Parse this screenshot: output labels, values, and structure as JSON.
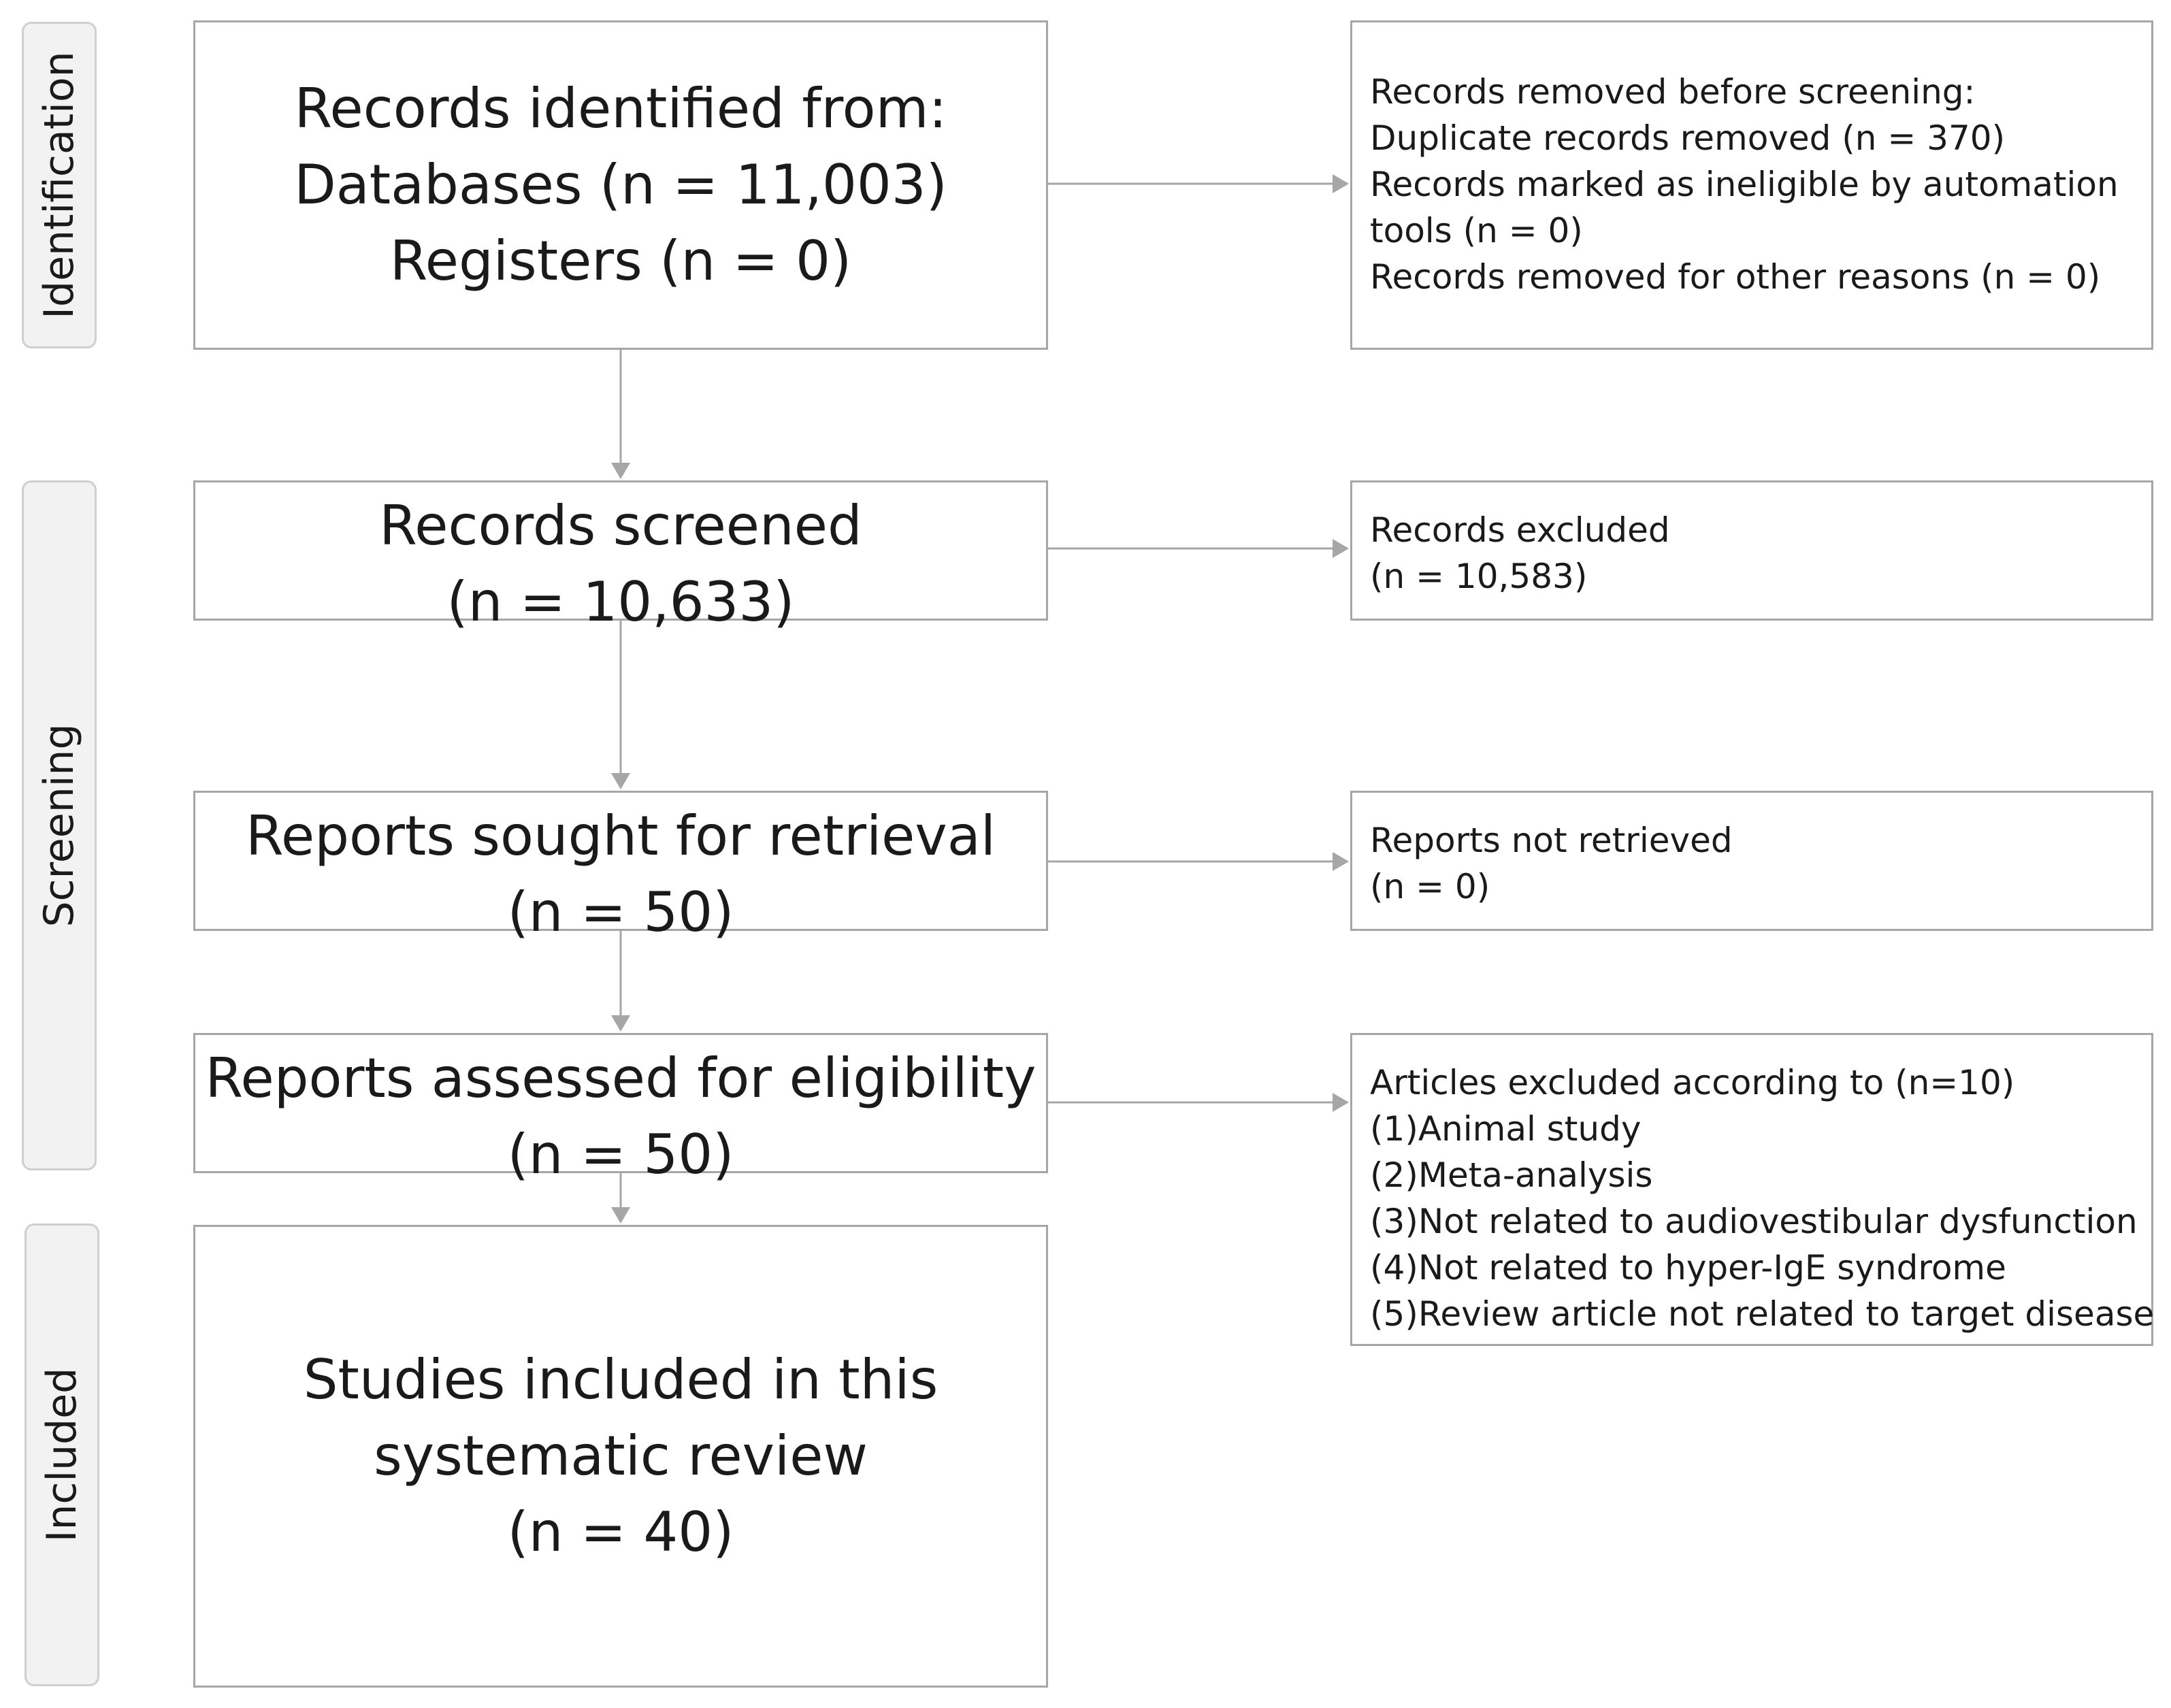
{
  "phases": {
    "identification": "Identification",
    "screening": "Screening",
    "included": "Included"
  },
  "boxes": {
    "identified": [
      "Records identified from:",
      "Databases (n = 11,003)",
      "Registers (n = 0)"
    ],
    "removed": [
      "Records removed before screening:",
      "Duplicate records removed  (n = 370)",
      "Records marked as ineligible by automation",
      "tools (n = 0)",
      "Records removed for other reasons (n = 0)"
    ],
    "screened": [
      "Records screened",
      "(n = 10,633)"
    ],
    "excluded": [
      "Records excluded",
      "(n = 10,583)"
    ],
    "sought": [
      "Reports sought for retrieval",
      "(n = 50)"
    ],
    "not_retrieved": [
      "Reports not retrieved",
      "(n = 0)"
    ],
    "assessed": [
      "Reports assessed for eligibility",
      "(n = 50)"
    ],
    "articles_excluded": [
      "Articles excluded according to (n=10)",
      "(1)Animal study",
      "(2)Meta-analysis",
      "(3)Not related to audiovestibular dysfunction",
      "(4)Not related to hyper-IgE syndrome",
      "(5)Review article not related to target disease"
    ],
    "included": [
      "Studies included in this",
      "systematic review",
      "(n = 40)"
    ]
  },
  "colors": {
    "box_border": "#a6a6a6",
    "arrow": "#a6a6a6",
    "phase_fill": "#f2f2f2",
    "phase_border": "#cfcfcf"
  }
}
